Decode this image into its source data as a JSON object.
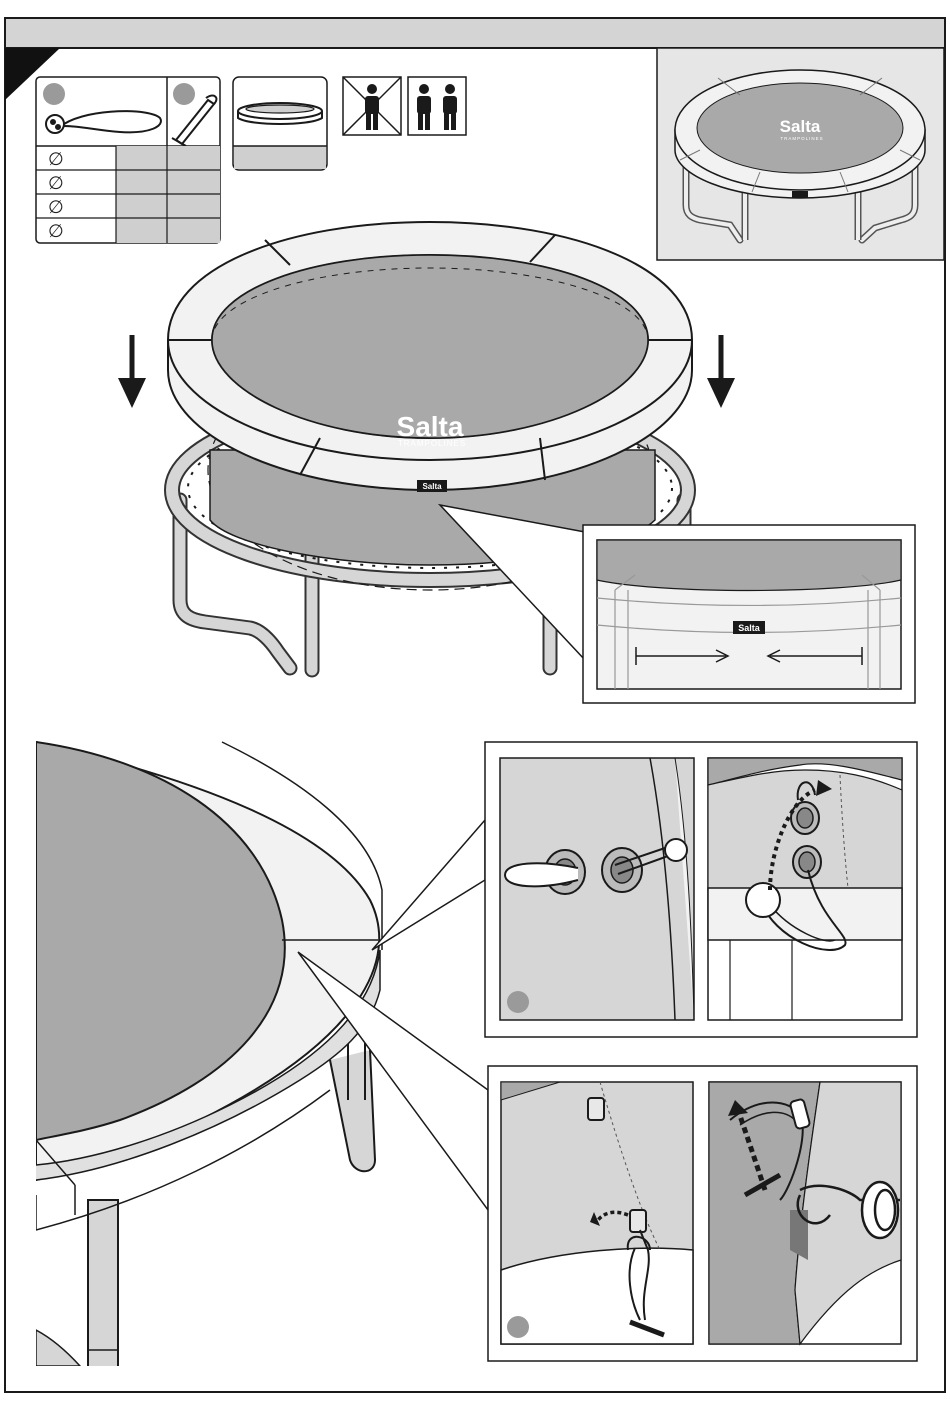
{
  "brand": {
    "logo_text": "Salta",
    "logo_subtext": "TRAMPOLINES",
    "label_text": "Salta"
  },
  "parts_table": {
    "diameter_symbol": "∅",
    "rows": 4
  },
  "icons": {
    "one_person_crossed": "single-person-crossed-icon",
    "two_persons": "two-persons-icon",
    "bungee": "bungee-cord-icon",
    "strap": "strap-icon",
    "pad": "safety-pad-icon"
  },
  "colors": {
    "mat_gray": "#a9a9a9",
    "light_gray": "#d8d8d8",
    "line": "#1a1a1a",
    "pad_white": "#f2f2f2"
  }
}
